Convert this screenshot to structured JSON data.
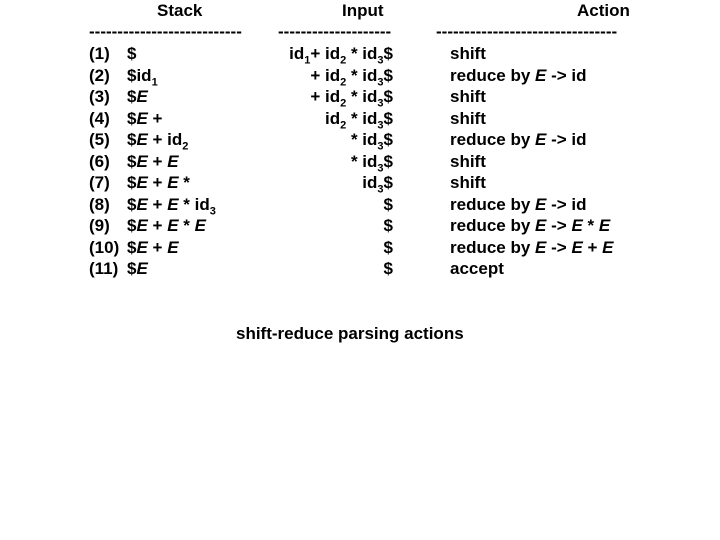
{
  "slide": {
    "caption": "shift-reduce parsing actions"
  },
  "table": {
    "headers": {
      "stack": "Stack",
      "input": "Input",
      "action": "Action"
    },
    "rules": {
      "stack": "---------------------------",
      "input": "--------------------",
      "action": "--------------------------------"
    },
    "rows": [
      {
        "num": "(1)",
        "stack": [
          [
            "p",
            "$"
          ]
        ],
        "input": [
          [
            "p",
            "id"
          ],
          [
            "s",
            "1"
          ],
          [
            "p",
            "+ id"
          ],
          [
            "s",
            "2"
          ],
          [
            "p",
            " * id"
          ],
          [
            "s",
            "3"
          ],
          [
            "p",
            "$"
          ]
        ],
        "action": [
          [
            "p",
            "shift"
          ]
        ]
      },
      {
        "num": "(2)",
        "stack": [
          [
            "p",
            "$id"
          ],
          [
            "s",
            "1"
          ]
        ],
        "input": [
          [
            "p",
            "+ id"
          ],
          [
            "s",
            "2"
          ],
          [
            "p",
            " * id"
          ],
          [
            "s",
            "3"
          ],
          [
            "p",
            "$"
          ]
        ],
        "action": [
          [
            "p",
            "reduce by "
          ],
          [
            "i",
            "E"
          ],
          [
            "p",
            " -> id"
          ]
        ]
      },
      {
        "num": "(3)",
        "stack": [
          [
            "p",
            "$"
          ],
          [
            "i",
            "E"
          ]
        ],
        "input": [
          [
            "p",
            "+ id"
          ],
          [
            "s",
            "2"
          ],
          [
            "p",
            " * id"
          ],
          [
            "s",
            "3"
          ],
          [
            "p",
            "$"
          ]
        ],
        "action": [
          [
            "p",
            "shift"
          ]
        ]
      },
      {
        "num": "(4)",
        "stack": [
          [
            "p",
            "$"
          ],
          [
            "i",
            "E"
          ],
          [
            "p",
            " +"
          ]
        ],
        "input": [
          [
            "p",
            "id"
          ],
          [
            "s",
            "2"
          ],
          [
            "p",
            " * id"
          ],
          [
            "s",
            "3"
          ],
          [
            "p",
            "$"
          ]
        ],
        "action": [
          [
            "p",
            "shift"
          ]
        ]
      },
      {
        "num": "(5)",
        "stack": [
          [
            "p",
            "$"
          ],
          [
            "i",
            "E"
          ],
          [
            "p",
            " + id"
          ],
          [
            "s",
            "2"
          ]
        ],
        "input": [
          [
            "p",
            "* id"
          ],
          [
            "s",
            "3"
          ],
          [
            "p",
            "$"
          ]
        ],
        "action": [
          [
            "p",
            "reduce by "
          ],
          [
            "i",
            "E"
          ],
          [
            "p",
            " -> id"
          ]
        ]
      },
      {
        "num": "(6)",
        "stack": [
          [
            "p",
            "$"
          ],
          [
            "i",
            "E"
          ],
          [
            "p",
            " + "
          ],
          [
            "i",
            "E"
          ]
        ],
        "input": [
          [
            "p",
            "* id"
          ],
          [
            "s",
            "3"
          ],
          [
            "p",
            "$"
          ]
        ],
        "action": [
          [
            "p",
            "shift"
          ]
        ]
      },
      {
        "num": "(7)",
        "stack": [
          [
            "p",
            "$"
          ],
          [
            "i",
            "E"
          ],
          [
            "p",
            " + "
          ],
          [
            "i",
            "E"
          ],
          [
            "p",
            " *"
          ]
        ],
        "input": [
          [
            "p",
            "id"
          ],
          [
            "s",
            "3"
          ],
          [
            "p",
            "$"
          ]
        ],
        "action": [
          [
            "p",
            "shift"
          ]
        ]
      },
      {
        "num": "(8)",
        "stack": [
          [
            "p",
            "$"
          ],
          [
            "i",
            "E"
          ],
          [
            "p",
            " + "
          ],
          [
            "i",
            "E"
          ],
          [
            "p",
            " * id"
          ],
          [
            "s",
            "3"
          ]
        ],
        "input": [
          [
            "p",
            "$"
          ]
        ],
        "action": [
          [
            "p",
            "reduce by "
          ],
          [
            "i",
            "E"
          ],
          [
            "p",
            " -> id"
          ]
        ]
      },
      {
        "num": "(9)",
        "stack": [
          [
            "p",
            "$"
          ],
          [
            "i",
            "E"
          ],
          [
            "p",
            " + "
          ],
          [
            "i",
            "E"
          ],
          [
            "p",
            " * "
          ],
          [
            "i",
            "E"
          ]
        ],
        "input": [
          [
            "p",
            "$"
          ]
        ],
        "action": [
          [
            "p",
            "reduce by "
          ],
          [
            "i",
            "E"
          ],
          [
            "p",
            " -> "
          ],
          [
            "i",
            "E"
          ],
          [
            "p",
            " * "
          ],
          [
            "i",
            "E"
          ]
        ]
      },
      {
        "num": "(10)",
        "stack": [
          [
            "p",
            "$"
          ],
          [
            "i",
            "E"
          ],
          [
            "p",
            " + "
          ],
          [
            "i",
            "E"
          ]
        ],
        "input": [
          [
            "p",
            "$"
          ]
        ],
        "action": [
          [
            "p",
            "reduce by "
          ],
          [
            "i",
            "E"
          ],
          [
            "p",
            " -> "
          ],
          [
            "i",
            "E"
          ],
          [
            "p",
            " + "
          ],
          [
            "i",
            "E"
          ]
        ]
      },
      {
        "num": "(11)",
        "stack": [
          [
            "p",
            "$"
          ],
          [
            "i",
            "E"
          ]
        ],
        "input": [
          [
            "p",
            "$"
          ]
        ],
        "action": [
          [
            "p",
            "accept"
          ]
        ]
      }
    ]
  }
}
